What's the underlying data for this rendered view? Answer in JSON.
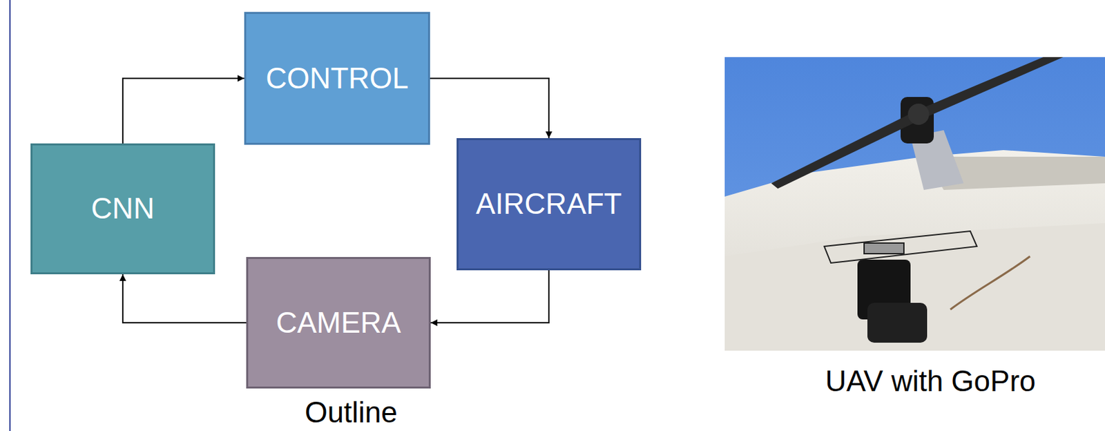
{
  "diagram": {
    "nodes": [
      {
        "text": [
          "CONTROL"
        ]
      },
      {
        "text": [
          "CNN"
        ]
      },
      {
        "text": [
          "AIRCRAFT"
        ]
      },
      {
        "text": [
          "CAMERA"
        ]
      }
    ],
    "edges": [
      {
        "from": 1,
        "to": 0,
        "arrow": "to"
      },
      {
        "from": 0,
        "to": 2,
        "arrow": "to"
      },
      {
        "from": 2,
        "to": 3,
        "arrow": "to"
      },
      {
        "from": 3,
        "to": 1,
        "arrow": "to"
      }
    ],
    "labels": [
      "Outline",
      "UAV with GoPro"
    ]
  }
}
